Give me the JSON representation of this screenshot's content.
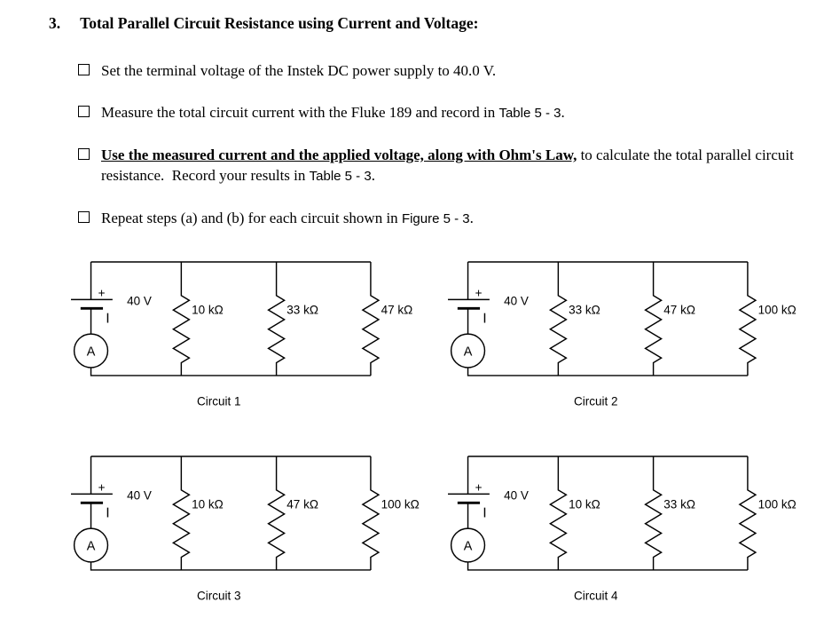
{
  "heading": {
    "number": "3.",
    "title": "Total Parallel Circuit Resistance using Current and Voltage:"
  },
  "steps": [
    {
      "pre": "Set the terminal voltage of the Instek DC power supply to 40.0 V."
    },
    {
      "pre": "Measure the total circuit current with the Fluke 189 and record in ",
      "ref": "Table 5 - 3",
      "post": "."
    },
    {
      "emph": "Use the measured current and the applied voltage, along with Ohm's Law,",
      "pre": " to calculate the total parallel circuit resistance.  Record your results in ",
      "ref": "Table 5 - 3",
      "post": "."
    },
    {
      "pre": "Repeat steps (a) and (b) for each circuit shown in ",
      "ref": "Figure 5 - 3",
      "post": "."
    }
  ],
  "figure": {
    "circuits": [
      {
        "name": "Circuit 1",
        "voltage": "40 V",
        "polarity": "+",
        "ammeter": "A",
        "resistors": [
          "10 kΩ",
          "33 kΩ",
          "47 kΩ"
        ]
      },
      {
        "name": "Circuit 2",
        "voltage": "40 V",
        "polarity": "+",
        "ammeter": "A",
        "resistors": [
          "33 kΩ",
          "47 kΩ",
          "100 kΩ"
        ]
      },
      {
        "name": "Circuit 3",
        "voltage": "40 V",
        "polarity": "+",
        "ammeter": "A",
        "resistors": [
          "10 kΩ",
          "47 kΩ",
          "100 kΩ"
        ]
      },
      {
        "name": "Circuit 4",
        "voltage": "40 V",
        "polarity": "+",
        "ammeter": "A",
        "resistors": [
          "10 kΩ",
          "33 kΩ",
          "100 kΩ"
        ]
      }
    ]
  }
}
